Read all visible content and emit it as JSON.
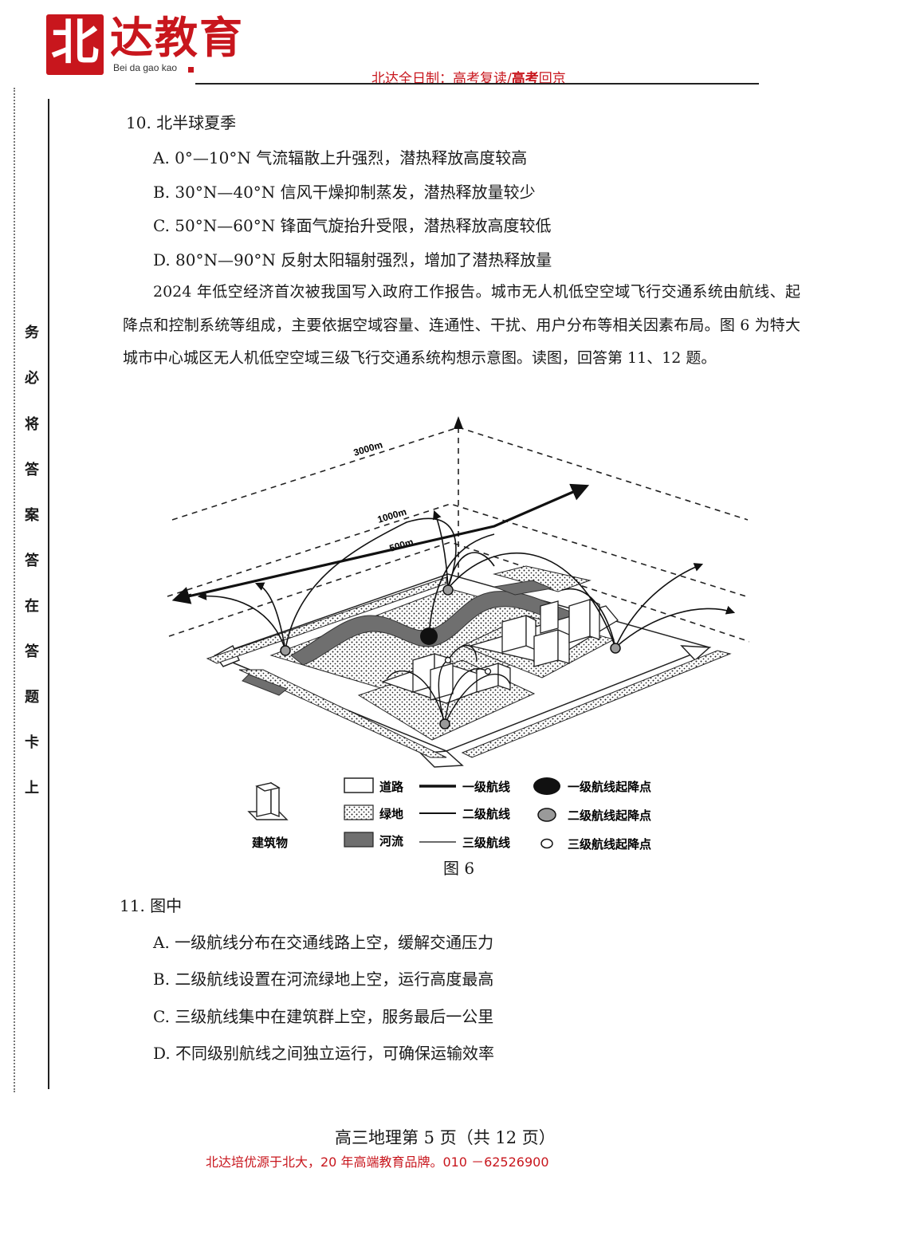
{
  "header": {
    "logo_glyph": "北",
    "logo_text": "达教育",
    "logo_pinyin": "Bei da gao kao",
    "slogan_part1": "北达全日制：高考复读/",
    "slogan_bold": "高考",
    "slogan_part2": "回京"
  },
  "margin_chars": [
    "务",
    "必",
    "将",
    "答",
    "案",
    "答",
    "在",
    "答",
    "题",
    "卡",
    "上"
  ],
  "q10": {
    "stem": "10.  北半球夏季",
    "options": [
      "A.   0°—10°N 气流辐散上升强烈，潜热释放高度较高",
      "B.   30°N—40°N 信风干燥抑制蒸发，潜热释放量较少",
      "C.   50°N—60°N 锋面气旋抬升受限，潜热释放高度较低",
      "D.   80°N—90°N 反射太阳辐射强烈，增加了潜热释放量"
    ]
  },
  "passage": "2024 年低空经济首次被我国写入政府工作报告。城市无人机低空空域飞行交通系统由航线、起降点和控制系统等组成，主要依据空域容量、连通性、干扰、用户分布等相关因素布局。图 6 为特大城市中心城区无人机低空空域三级飞行交通系统构想示意图。读图，回答第 11、12 题。",
  "figure": {
    "height_labels": [
      "3000m",
      "1000m",
      "500m"
    ],
    "legend": {
      "building": "建筑物",
      "road": "道路",
      "green": "绿地",
      "river": "河流",
      "route1": "一级航线",
      "route2": "二级航线",
      "route3": "三级航线",
      "point1": "一级航线起降点",
      "point2": "二级航线起降点",
      "point3": "三级航线起降点"
    },
    "caption": "图 6"
  },
  "q11": {
    "stem": "11.  图中",
    "options": [
      "A.   一级航线分布在交通线路上空，缓解交通压力",
      "B.   二级航线设置在河流绿地上空，运行高度最高",
      "C.   三级航线集中在建筑群上空，服务最后一公里",
      "D.   不同级别航线之间独立运行，可确保运输效率"
    ]
  },
  "footer": {
    "page": "高三地理第 5 页（共 12 页）",
    "ad": "北达培优源于北大，20 年高端教育品牌。010 －62526900"
  },
  "colors": {
    "brand": "#c8161d",
    "text": "#1a1a1a"
  }
}
